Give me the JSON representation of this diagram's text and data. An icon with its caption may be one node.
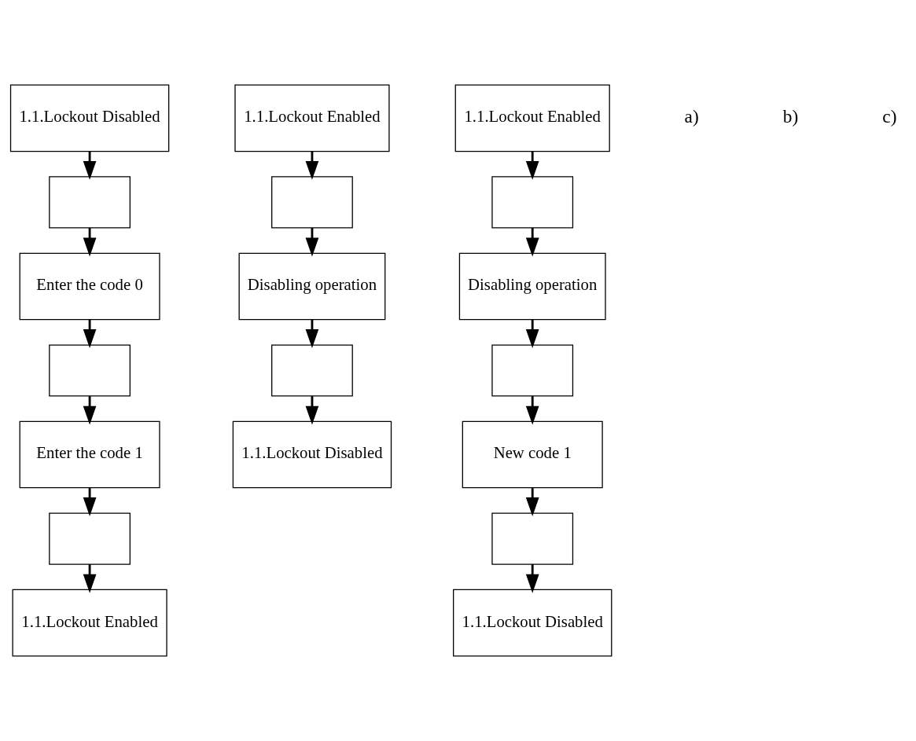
{
  "diagram": {
    "nodes": [
      {
        "text": [
          "1.1.Lockout Disabled"
        ]
      },
      {
        "text": [],
        "shape": "box"
      },
      {
        "text": [
          "Enter the code 0"
        ]
      },
      {
        "text": [],
        "shape": "box"
      },
      {
        "text": [
          "Enter the code 1"
        ]
      },
      {
        "text": [],
        "shape": "box"
      },
      {
        "text": [
          "1.1.Lockout Enabled"
        ]
      },
      {
        "text": [
          "1.1.Lockout Enabled"
        ]
      },
      {
        "text": [],
        "shape": "box"
      },
      {
        "text": [
          "Disabling operation"
        ]
      },
      {
        "text": [],
        "shape": "box"
      },
      {
        "text": [
          "1.1.Lockout Disabled"
        ]
      },
      {
        "text": [
          "1.1.Lockout Enabled"
        ]
      },
      {
        "text": [],
        "shape": "box"
      },
      {
        "text": [
          "Disabling operation"
        ]
      },
      {
        "text": [],
        "shape": "box"
      },
      {
        "text": [
          "New code 1"
        ]
      },
      {
        "text": [],
        "shape": "box"
      },
      {
        "text": [
          "1.1.Lockout Disabled"
        ]
      }
    ],
    "edges": [
      {
        "from": 0,
        "to": 1,
        "arrow": "to"
      },
      {
        "from": 1,
        "to": 2,
        "arrow": "to"
      },
      {
        "from": 2,
        "to": 3,
        "arrow": "to"
      },
      {
        "from": 3,
        "to": 4,
        "arrow": "to"
      },
      {
        "from": 4,
        "to": 5,
        "arrow": "to"
      },
      {
        "from": 5,
        "to": 6,
        "arrow": "to"
      },
      {
        "from": 7,
        "to": 8,
        "arrow": "to"
      },
      {
        "from": 8,
        "to": 9,
        "arrow": "to"
      },
      {
        "from": 9,
        "to": 10,
        "arrow": "to"
      },
      {
        "from": 10,
        "to": 11,
        "arrow": "to"
      },
      {
        "from": 12,
        "to": 13,
        "arrow": "to"
      },
      {
        "from": 13,
        "to": 14,
        "arrow": "to"
      },
      {
        "from": 14,
        "to": 15,
        "arrow": "to"
      },
      {
        "from": 15,
        "to": 16,
        "arrow": "to"
      },
      {
        "from": 16,
        "to": 17,
        "arrow": "to"
      },
      {
        "from": 17,
        "to": 18,
        "arrow": "to"
      }
    ],
    "labels": [
      "a)",
      "b)",
      "c)"
    ]
  }
}
